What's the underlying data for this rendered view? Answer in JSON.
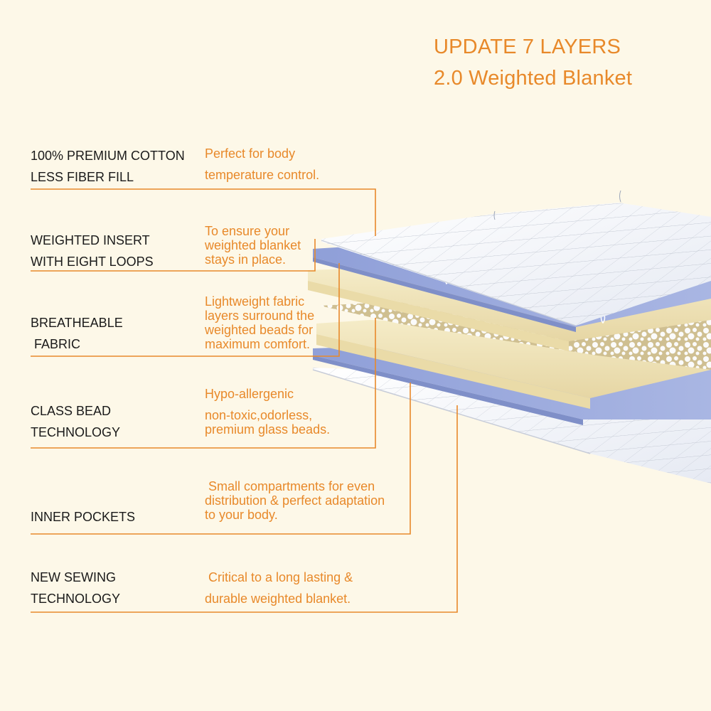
{
  "header": {
    "title_line1": "UPDATE 7 LAYERS",
    "title_line2": "2.0 Weighted Blanket"
  },
  "colors": {
    "background": "#fdf8e8",
    "accent": "#e8892a",
    "feature_text": "#1a1a1a",
    "layer_white": "#f4f6fb",
    "layer_blue": "#9aa9dc",
    "layer_cream": "#efe3b8",
    "layer_beads": "#d7c79a"
  },
  "features": [
    {
      "label": "100% PREMIUM COTTON\nLESS FIBER FILL",
      "description": "Perfect for body\ntemperature control."
    },
    {
      "label": "WEIGHTED INSERT\nWITH EIGHT LOOPS",
      "description": "To ensure your\nweighted blanket\nstays in place."
    },
    {
      "label": "BREATHEABLE\n FABRIC",
      "description": "Lightweight fabric\nlayers surround the\nweighted beads for\nmaximum comfort."
    },
    {
      "label": "CLASS BEAD\nTECHNOLOGY",
      "description_line1": "Hypo-allergenic",
      "description_line2": "non-toxic,odorless,\npremium glass beads."
    },
    {
      "label": "INNER POCKETS",
      "description": " Small compartments for even\ndistribution & perfect adaptation\nto your body."
    },
    {
      "label": "NEW SEWING\nTECHNOLOGY",
      "description": " Critical to a long lasting &\ndurable weighted blanket."
    }
  ],
  "illustration": {
    "layers": [
      "quilted-cover-top",
      "weighted-insert-top",
      "breathable-fabric-top",
      "glass-beads",
      "breathable-fabric-bottom",
      "weighted-insert-bottom",
      "quilted-cover-bottom"
    ],
    "layer_count": 7
  }
}
